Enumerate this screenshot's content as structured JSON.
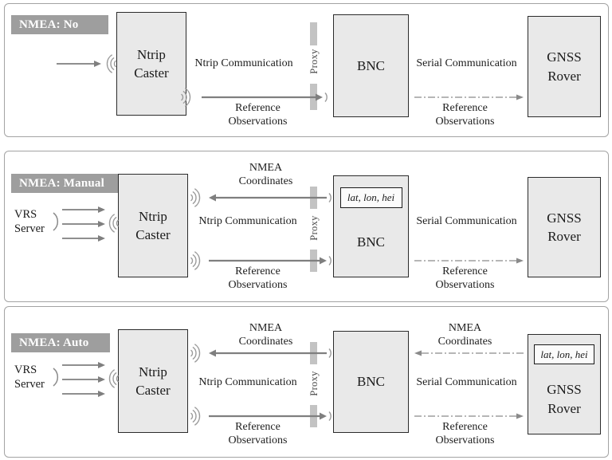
{
  "colors": {
    "panel_border": "#a3a3a3",
    "box_fill": "#e9e9e9",
    "box_border": "#2b2b2b",
    "badge_bg": "#9e9e9e",
    "badge_fg": "#ffffff",
    "line_gray": "#7f7f7f",
    "proxy_bar": "#c3c3c3",
    "text": "#1b1b1b"
  },
  "shared": {
    "caster_l1": "Ntrip",
    "caster_l2": "Caster",
    "bnc": "BNC",
    "rover_l1": "GNSS",
    "rover_l2": "Rover",
    "ntrip_comm": "Ntrip Communication",
    "serial_comm": "Serial Communication",
    "ref_l1": "Reference",
    "ref_l2": "Observations",
    "nmea_l1": "NMEA",
    "nmea_l2": "Coordinates",
    "vrs_l1": "VRS",
    "vrs_l2": "Server",
    "proxy": "Proxy",
    "coords": "lat, lon, hei"
  },
  "panels": [
    {
      "title": "NMEA: No"
    },
    {
      "title": "NMEA: Manual"
    },
    {
      "title": "NMEA: Auto"
    }
  ]
}
